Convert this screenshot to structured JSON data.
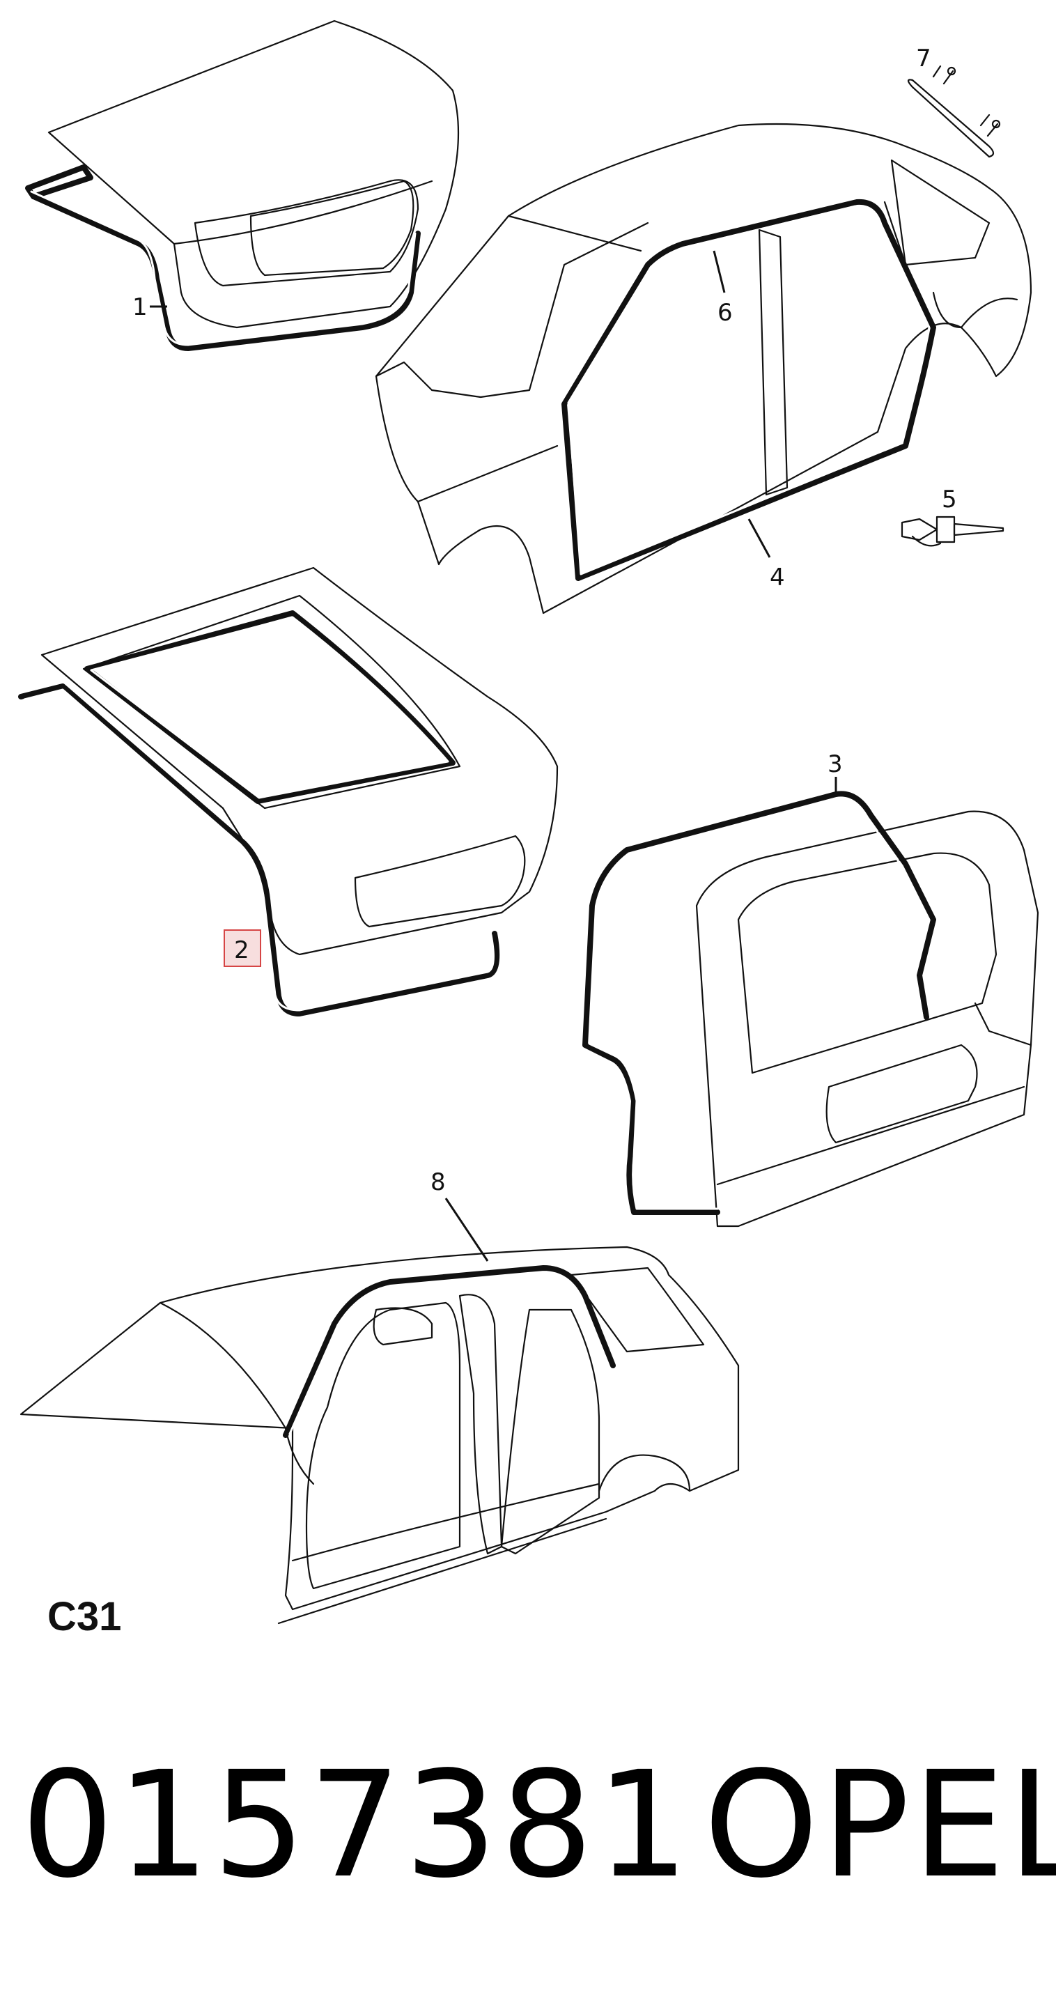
{
  "callouts": {
    "c1": "1",
    "c2": "2",
    "c3": "3",
    "c4": "4",
    "c5": "5",
    "c6": "6",
    "c7": "7",
    "c8": "8"
  },
  "section_code": "C31",
  "footer": {
    "part_number": "0157381",
    "brand": "OPEL"
  },
  "highlight_color": "#d64545"
}
